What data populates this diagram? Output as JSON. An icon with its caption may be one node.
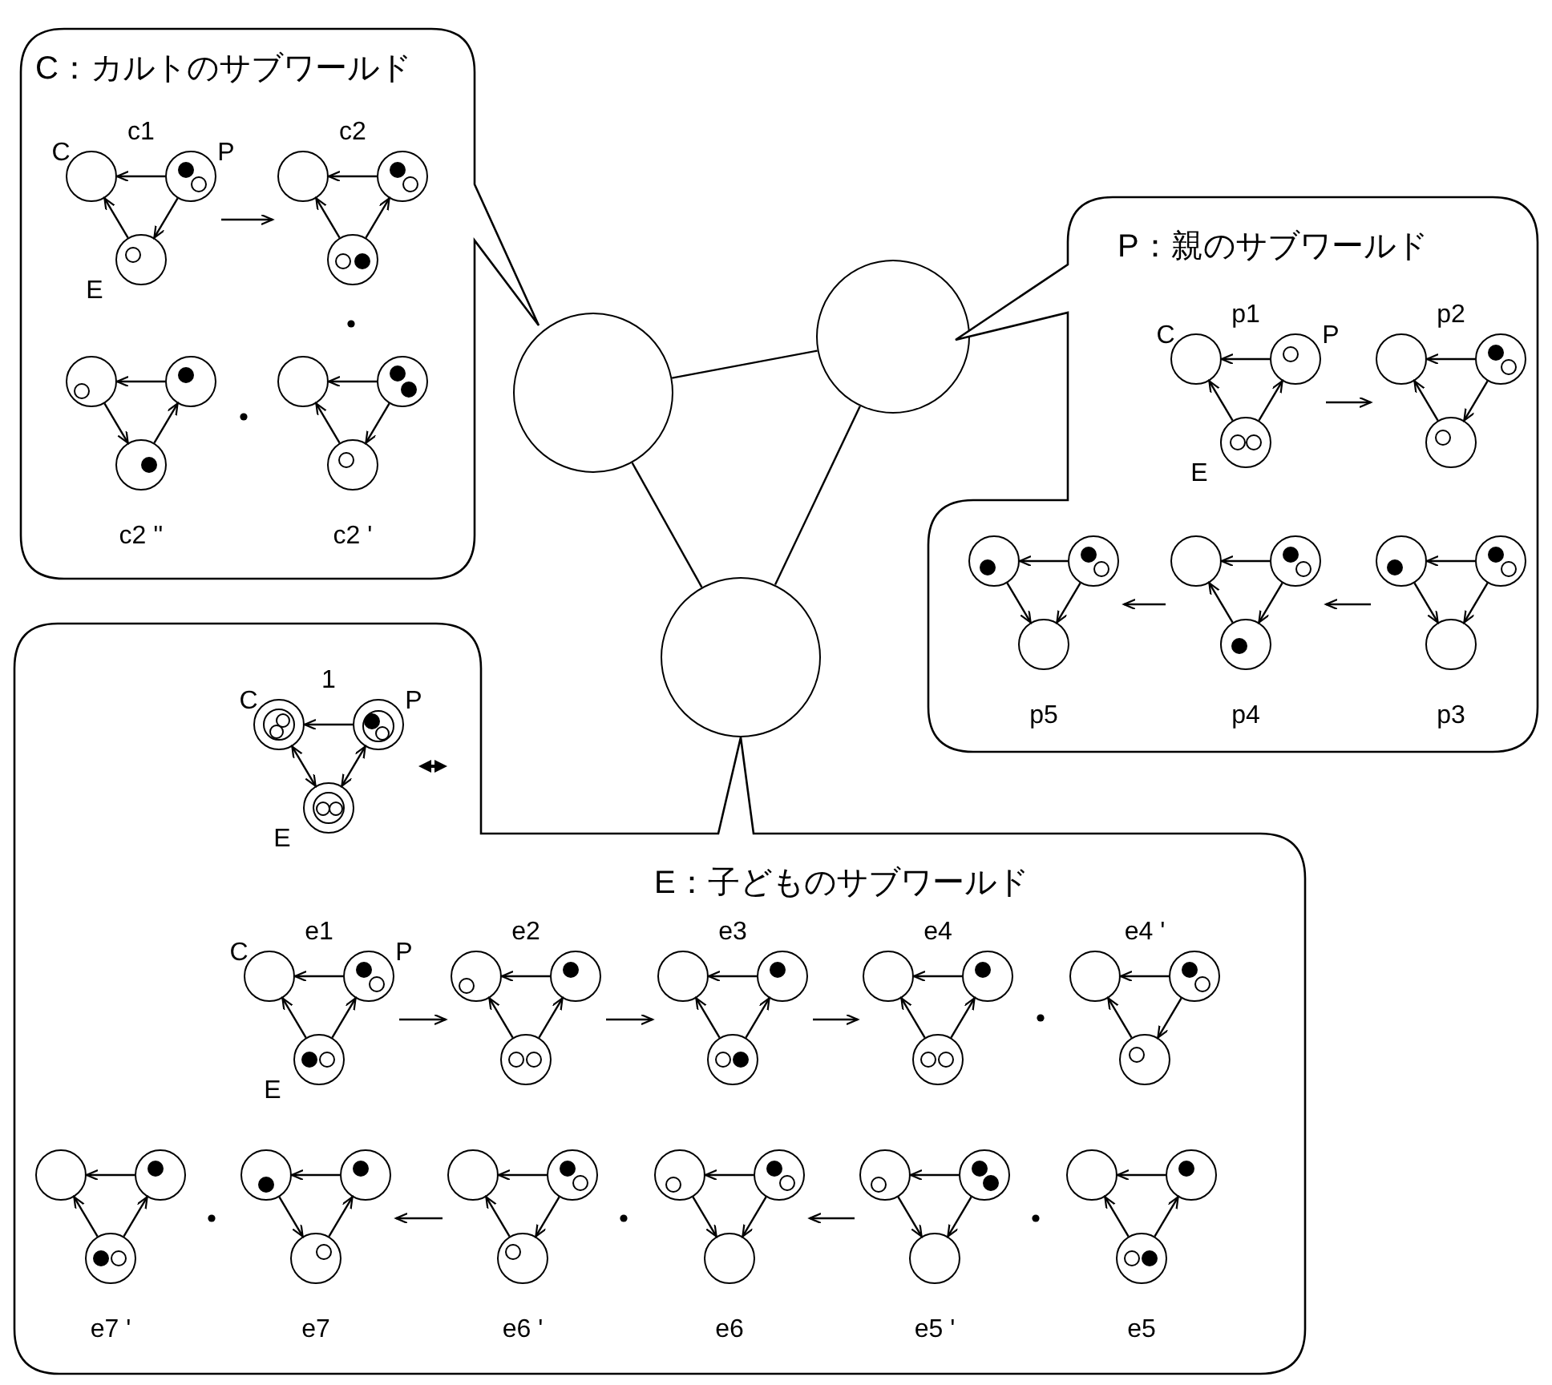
{
  "diagram": {
    "nodes": [
      {
        "text": [
          "C：カルトのサブワールド"
        ]
      },
      {
        "text": [
          "c1"
        ],
        "in": 0
      },
      {
        "text": [],
        "shape": "circle",
        "in": 1,
        "beside": [
          "C"
        ]
      },
      {
        "text": [],
        "shape": "circle",
        "in": 1,
        "beside": [
          "P"
        ]
      },
      {
        "text": [],
        "shape": "circle",
        "in": 1,
        "beside": [
          "E"
        ]
      },
      {
        "text": [
          "c2"
        ],
        "in": 0
      },
      {
        "text": [],
        "shape": "circle",
        "in": 5
      },
      {
        "text": [],
        "shape": "circle",
        "in": 5
      },
      {
        "text": [],
        "shape": "circle",
        "in": 5
      },
      {
        "text": [
          "c2 ''"
        ],
        "in": 0
      },
      {
        "text": [],
        "shape": "circle",
        "in": 9
      },
      {
        "text": [],
        "shape": "circle",
        "in": 9
      },
      {
        "text": [],
        "shape": "circle",
        "in": 9
      },
      {
        "text": [
          "c2 '"
        ],
        "in": 0
      },
      {
        "text": [],
        "shape": "circle",
        "in": 13
      },
      {
        "text": [],
        "shape": "circle",
        "in": 13
      },
      {
        "text": [],
        "shape": "circle",
        "in": 13
      },
      {
        "text": [],
        "shape": "circle"
      },
      {
        "text": [],
        "shape": "circle"
      },
      {
        "text": [],
        "shape": "circle"
      },
      {
        "text": [
          "P：親のサブワールド"
        ]
      },
      {
        "text": [
          "p1"
        ],
        "in": 20
      },
      {
        "text": [],
        "shape": "circle",
        "in": 21,
        "beside": [
          "C"
        ]
      },
      {
        "text": [],
        "shape": "circle",
        "in": 21,
        "beside": [
          "P"
        ]
      },
      {
        "text": [],
        "shape": "circle",
        "in": 21,
        "beside": [
          "E"
        ]
      },
      {
        "text": [
          "p2"
        ],
        "in": 20
      },
      {
        "text": [],
        "shape": "circle",
        "in": 25
      },
      {
        "text": [],
        "shape": "circle",
        "in": 25
      },
      {
        "text": [],
        "shape": "circle",
        "in": 25
      },
      {
        "text": [
          "p5"
        ],
        "in": 20
      },
      {
        "text": [],
        "shape": "circle",
        "in": 29
      },
      {
        "text": [],
        "shape": "circle",
        "in": 29
      },
      {
        "text": [],
        "shape": "circle",
        "in": 29
      },
      {
        "text": [
          "p4"
        ],
        "in": 20
      },
      {
        "text": [],
        "shape": "circle",
        "in": 33
      },
      {
        "text": [],
        "shape": "circle",
        "in": 33
      },
      {
        "text": [],
        "shape": "circle",
        "in": 33
      },
      {
        "text": [
          "p3"
        ],
        "in": 20
      },
      {
        "text": [],
        "shape": "circle",
        "in": 37
      },
      {
        "text": [],
        "shape": "circle",
        "in": 37
      },
      {
        "text": [],
        "shape": "circle",
        "in": 37
      },
      {
        "text": [
          "E：子どものサブワールド"
        ]
      },
      {
        "text": [
          "1"
        ],
        "in": 41
      },
      {
        "text": [],
        "shape": "circle",
        "in": 42,
        "beside": [
          "C"
        ]
      },
      {
        "text": [],
        "shape": "circle",
        "in": 42,
        "beside": [
          "P"
        ]
      },
      {
        "text": [],
        "shape": "circle",
        "in": 42,
        "beside": [
          "E"
        ]
      },
      {
        "text": [
          "e1"
        ],
        "in": 41
      },
      {
        "text": [],
        "shape": "circle",
        "in": 46,
        "beside": [
          "C"
        ]
      },
      {
        "text": [],
        "shape": "circle",
        "in": 46,
        "beside": [
          "P"
        ]
      },
      {
        "text": [],
        "shape": "circle",
        "in": 46,
        "beside": [
          "E"
        ]
      },
      {
        "text": [
          "e2"
        ],
        "in": 41
      },
      {
        "text": [],
        "shape": "circle",
        "in": 50
      },
      {
        "text": [],
        "shape": "circle",
        "in": 50
      },
      {
        "text": [],
        "shape": "circle",
        "in": 50
      },
      {
        "text": [
          "e3"
        ],
        "in": 41
      },
      {
        "text": [],
        "shape": "circle",
        "in": 54
      },
      {
        "text": [],
        "shape": "circle",
        "in": 54
      },
      {
        "text": [],
        "shape": "circle",
        "in": 54
      },
      {
        "text": [
          "e4"
        ],
        "in": 41
      },
      {
        "text": [],
        "shape": "circle",
        "in": 58
      },
      {
        "text": [],
        "shape": "circle",
        "in": 58
      },
      {
        "text": [],
        "shape": "circle",
        "in": 58
      },
      {
        "text": [
          "e4 '"
        ],
        "in": 41
      },
      {
        "text": [],
        "shape": "circle",
        "in": 62
      },
      {
        "text": [],
        "shape": "circle",
        "in": 62
      },
      {
        "text": [],
        "shape": "circle",
        "in": 62
      },
      {
        "text": [
          "e7 '"
        ],
        "in": 41
      },
      {
        "text": [],
        "shape": "circle",
        "in": 66
      },
      {
        "text": [],
        "shape": "circle",
        "in": 66
      },
      {
        "text": [],
        "shape": "circle",
        "in": 66
      },
      {
        "text": [
          "e7"
        ],
        "in": 41
      },
      {
        "text": [],
        "shape": "circle",
        "in": 70
      },
      {
        "text": [],
        "shape": "circle",
        "in": 70
      },
      {
        "text": [],
        "shape": "circle",
        "in": 70
      },
      {
        "text": [
          "e6 '"
        ],
        "in": 41
      },
      {
        "text": [],
        "shape": "circle",
        "in": 74
      },
      {
        "text": [],
        "shape": "circle",
        "in": 74
      },
      {
        "text": [],
        "shape": "circle",
        "in": 74
      },
      {
        "text": [
          "e6"
        ],
        "in": 41
      },
      {
        "text": [],
        "shape": "circle",
        "in": 78
      },
      {
        "text": [],
        "shape": "circle",
        "in": 78
      },
      {
        "text": [],
        "shape": "circle",
        "in": 78
      },
      {
        "text": [
          "e5 '"
        ],
        "in": 41
      },
      {
        "text": [],
        "shape": "circle",
        "in": 82
      },
      {
        "text": [],
        "shape": "circle",
        "in": 82
      },
      {
        "text": [],
        "shape": "circle",
        "in": 82
      },
      {
        "text": [
          "e5"
        ],
        "in": 41
      },
      {
        "text": [],
        "shape": "circle",
        "in": 86
      },
      {
        "text": [],
        "shape": "circle",
        "in": 86
      },
      {
        "text": [],
        "shape": "circle",
        "in": 86
      }
    ],
    "edges": [
      {
        "from": 3,
        "to": 2,
        "arrow": "to"
      },
      {
        "from": 4,
        "to": 2,
        "arrow": "to"
      },
      {
        "from": 3,
        "to": 4,
        "arrow": "to"
      },
      {
        "from": 7,
        "to": 6,
        "arrow": "to"
      },
      {
        "from": 8,
        "to": 6,
        "arrow": "to"
      },
      {
        "from": 8,
        "to": 7,
        "arrow": "to"
      },
      {
        "from": 11,
        "to": 10,
        "arrow": "to"
      },
      {
        "from": 10,
        "to": 12,
        "arrow": "to"
      },
      {
        "from": 12,
        "to": 11,
        "arrow": "to"
      },
      {
        "from": 15,
        "to": 14,
        "arrow": "to"
      },
      {
        "from": 16,
        "to": 14,
        "arrow": "to"
      },
      {
        "from": 15,
        "to": 16,
        "arrow": "to"
      },
      {
        "from": 17,
        "to": 18,
        "arrow": "none"
      },
      {
        "from": 17,
        "to": 19,
        "arrow": "none"
      },
      {
        "from": 18,
        "to": 19,
        "arrow": "none"
      },
      {
        "from": 23,
        "to": 22,
        "arrow": "to"
      },
      {
        "from": 24,
        "to": 22,
        "arrow": "to"
      },
      {
        "from": 24,
        "to": 23,
        "arrow": "to"
      },
      {
        "from": 27,
        "to": 26,
        "arrow": "to"
      },
      {
        "from": 28,
        "to": 26,
        "arrow": "to"
      },
      {
        "from": 27,
        "to": 28,
        "arrow": "to"
      },
      {
        "from": 31,
        "to": 30,
        "arrow": "to"
      },
      {
        "from": 30,
        "to": 32,
        "arrow": "to"
      },
      {
        "from": 31,
        "to": 32,
        "arrow": "to"
      },
      {
        "from": 35,
        "to": 34,
        "arrow": "to"
      },
      {
        "from": 36,
        "to": 34,
        "arrow": "to"
      },
      {
        "from": 35,
        "to": 36,
        "arrow": "to"
      },
      {
        "from": 39,
        "to": 38,
        "arrow": "to"
      },
      {
        "from": 38,
        "to": 40,
        "arrow": "to"
      },
      {
        "from": 39,
        "to": 40,
        "arrow": "to"
      },
      {
        "from": 44,
        "to": 43,
        "arrow": "to"
      },
      {
        "from": 43,
        "to": 45,
        "arrow": "both"
      },
      {
        "from": 44,
        "to": 45,
        "arrow": "both"
      },
      {
        "from": 48,
        "to": 47,
        "arrow": "to"
      },
      {
        "from": 49,
        "to": 47,
        "arrow": "to"
      },
      {
        "from": 49,
        "to": 48,
        "arrow": "to"
      },
      {
        "from": 52,
        "to": 51,
        "arrow": "to"
      },
      {
        "from": 53,
        "to": 51,
        "arrow": "to"
      },
      {
        "from": 53,
        "to": 52,
        "arrow": "to"
      },
      {
        "from": 56,
        "to": 55,
        "arrow": "to"
      },
      {
        "from": 57,
        "to": 55,
        "arrow": "to"
      },
      {
        "from": 57,
        "to": 56,
        "arrow": "to"
      },
      {
        "from": 60,
        "to": 59,
        "arrow": "to"
      },
      {
        "from": 61,
        "to": 59,
        "arrow": "to"
      },
      {
        "from": 61,
        "to": 60,
        "arrow": "to"
      },
      {
        "from": 64,
        "to": 63,
        "arrow": "to"
      },
      {
        "from": 65,
        "to": 63,
        "arrow": "to"
      },
      {
        "from": 64,
        "to": 65,
        "arrow": "to"
      },
      {
        "from": 68,
        "to": 67,
        "arrow": "to"
      },
      {
        "from": 69,
        "to": 67,
        "arrow": "to"
      },
      {
        "from": 69,
        "to": 68,
        "arrow": "to"
      },
      {
        "from": 72,
        "to": 71,
        "arrow": "to"
      },
      {
        "from": 71,
        "to": 73,
        "arrow": "to"
      },
      {
        "from": 73,
        "to": 72,
        "arrow": "to"
      },
      {
        "from": 76,
        "to": 75,
        "arrow": "to"
      },
      {
        "from": 77,
        "to": 75,
        "arrow": "to"
      },
      {
        "from": 76,
        "to": 77,
        "arrow": "to"
      },
      {
        "from": 80,
        "to": 79,
        "arrow": "to"
      },
      {
        "from": 79,
        "to": 81,
        "arrow": "to"
      },
      {
        "from": 80,
        "to": 81,
        "arrow": "to"
      },
      {
        "from": 84,
        "to": 83,
        "arrow": "to"
      },
      {
        "from": 83,
        "to": 85,
        "arrow": "to"
      },
      {
        "from": 84,
        "to": 85,
        "arrow": "to"
      },
      {
        "from": 88,
        "to": 87,
        "arrow": "to"
      },
      {
        "from": 89,
        "to": 87,
        "arrow": "to"
      },
      {
        "from": 89,
        "to": 88,
        "arrow": "to"
      },
      {
        "from": 1,
        "to": 5,
        "arrow": "to"
      },
      {
        "from": 21,
        "to": 25,
        "arrow": "to"
      },
      {
        "from": 37,
        "to": 33,
        "arrow": "to"
      },
      {
        "from": 33,
        "to": 29,
        "arrow": "to"
      },
      {
        "from": 46,
        "to": 50,
        "arrow": "to"
      },
      {
        "from": 50,
        "to": 54,
        "arrow": "to"
      },
      {
        "from": 54,
        "to": 58,
        "arrow": "to"
      },
      {
        "from": 74,
        "to": 70,
        "arrow": "to"
      },
      {
        "from": 82,
        "to": 78,
        "arrow": "to"
      }
    ]
  }
}
